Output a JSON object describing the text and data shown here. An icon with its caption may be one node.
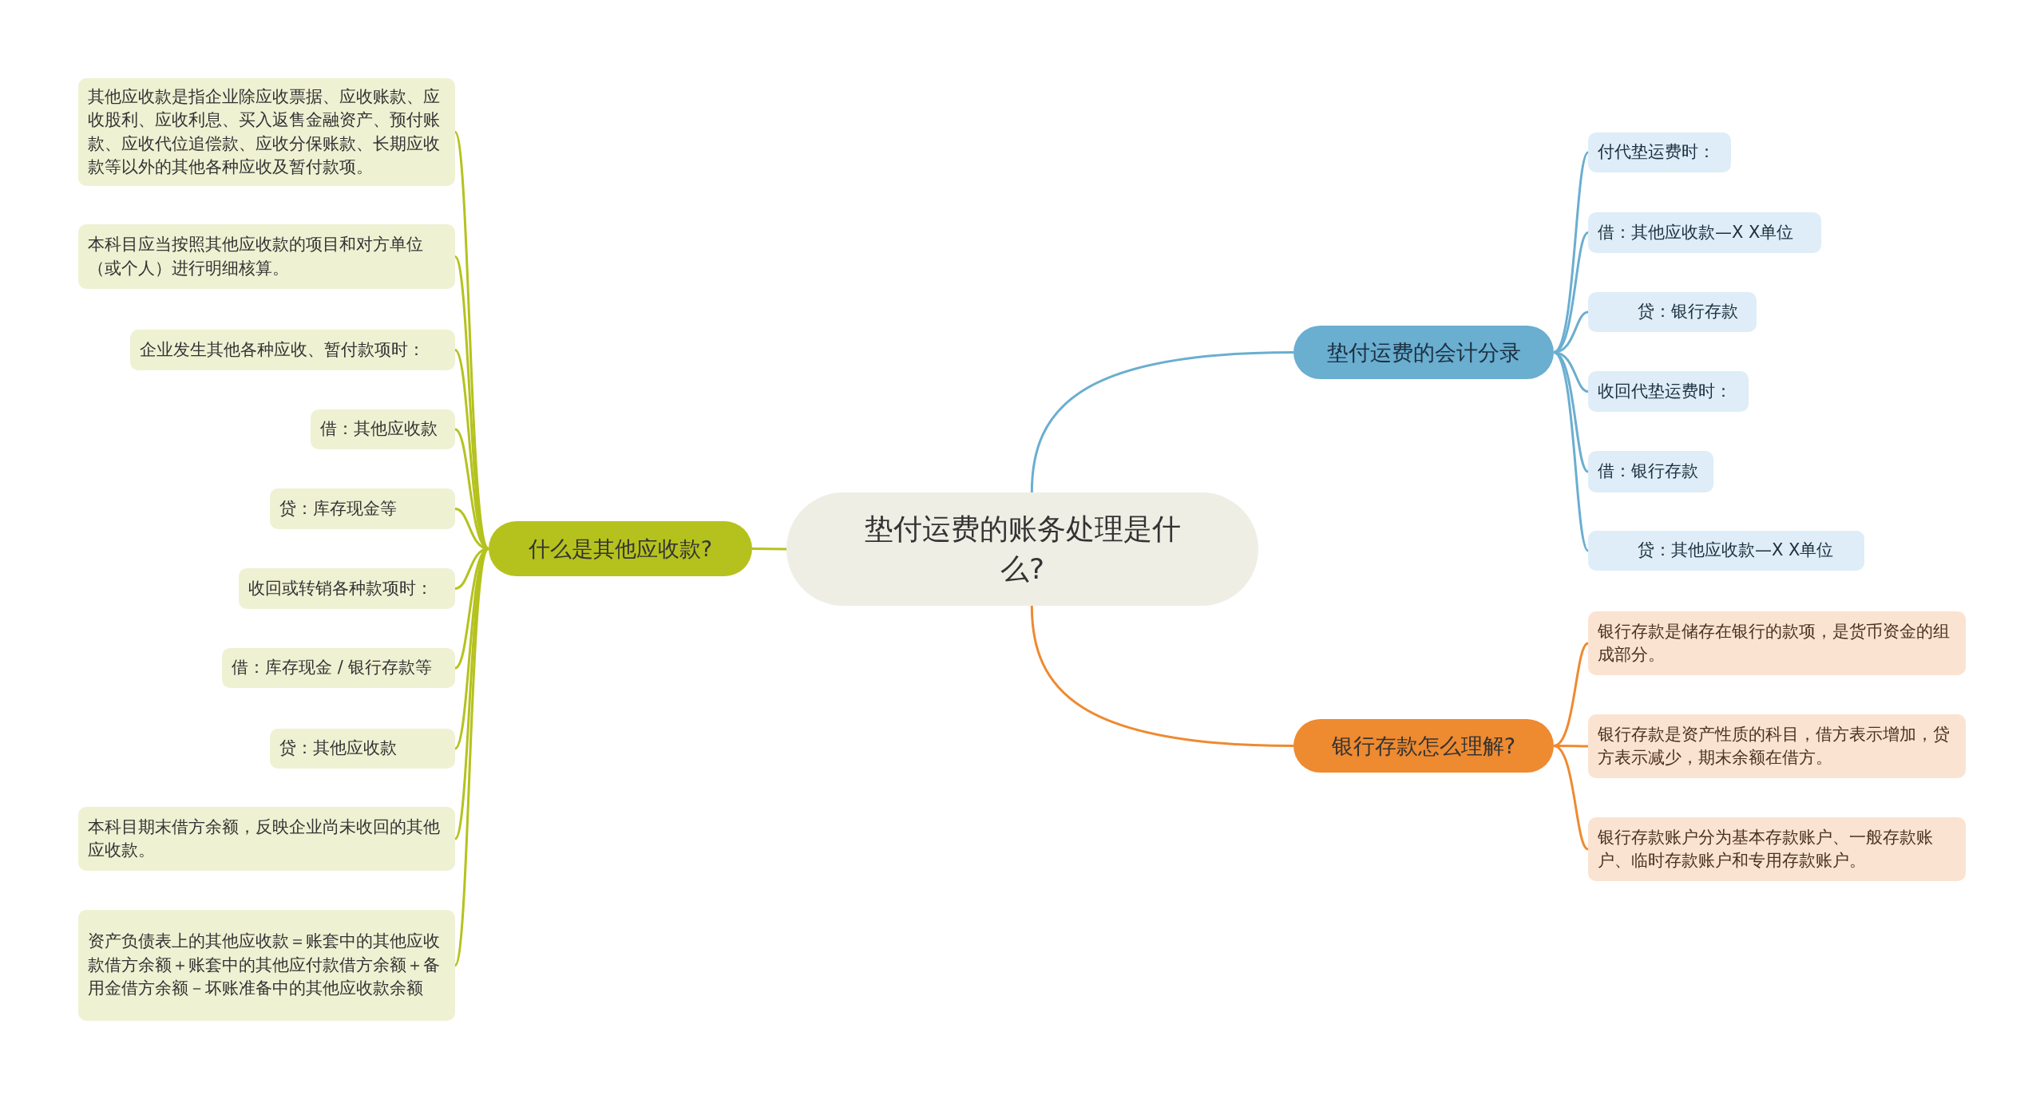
{
  "diagram": {
    "nodes": [
      {
        "text": [
          "垫付运费的账务处理是什么?"
        ]
      },
      {
        "text": [
          "什么是其他应收款?"
        ]
      },
      {
        "text": [
          "其他应收款是指企业除应收票据、应收账款、应收股利、应收利息、买入返售金融资产、预付账款、应收代位追偿款、应收分保账款、长期应收款等以外的其他各种应收及暂付款项。"
        ]
      },
      {
        "text": [
          "本科目应当按照其他应收款的项目和对方单位（或个人）进行明细核算。"
        ]
      },
      {
        "text": [
          "企业发生其他各种应收、暂付款项时："
        ]
      },
      {
        "text": [
          "借：其他应收款"
        ]
      },
      {
        "text": [
          "贷：库存现金等"
        ]
      },
      {
        "text": [
          "收回或转销各种款项时："
        ]
      },
      {
        "text": [
          "借：库存现金 / 银行存款等"
        ]
      },
      {
        "text": [
          "贷：其他应收款"
        ]
      },
      {
        "text": [
          "本科目期末借方余额，反映企业尚未收回的其他应收款。"
        ]
      },
      {
        "text": [
          "资产负债表上的其他应收款＝账套中的其他应收款借方余额＋账套中的其他应付款借方余额＋备用金借方余额－坏账准备中的其他应收款余额"
        ]
      },
      {
        "text": [
          "垫付运费的会计分录"
        ]
      },
      {
        "text": [
          "付代垫运费时："
        ]
      },
      {
        "text": [
          "借：其他应收款—X X单位"
        ]
      },
      {
        "text": [
          "贷：银行存款"
        ]
      },
      {
        "text": [
          "收回代垫运费时："
        ]
      },
      {
        "text": [
          "借：银行存款"
        ]
      },
      {
        "text": [
          "贷：其他应收款—X X单位"
        ]
      },
      {
        "text": [
          "银行存款怎么理解?"
        ]
      },
      {
        "text": [
          "银行存款是储存在银行的款项，是货币资金的组成部分。"
        ]
      },
      {
        "text": [
          "银行存款是资产性质的科目，借方表示增加，贷方表示减少，期末余额在借方。"
        ]
      },
      {
        "text": [
          "银行存款账户分为基本存款账户、一般存款账户、临时存款账户和专用存款账户。"
        ]
      }
    ],
    "edges": [
      {
        "from": 0,
        "to": 1,
        "arrow": "none"
      },
      {
        "from": 1,
        "to": 2,
        "arrow": "none"
      },
      {
        "from": 1,
        "to": 3,
        "arrow": "none"
      },
      {
        "from": 1,
        "to": 4,
        "arrow": "none"
      },
      {
        "from": 1,
        "to": 5,
        "arrow": "none"
      },
      {
        "from": 1,
        "to": 6,
        "arrow": "none"
      },
      {
        "from": 1,
        "to": 7,
        "arrow": "none"
      },
      {
        "from": 1,
        "to": 8,
        "arrow": "none"
      },
      {
        "from": 1,
        "to": 9,
        "arrow": "none"
      },
      {
        "from": 1,
        "to": 10,
        "arrow": "none"
      },
      {
        "from": 1,
        "to": 11,
        "arrow": "none"
      },
      {
        "from": 0,
        "to": 12,
        "arrow": "none",
        "color": "#6aaed0"
      },
      {
        "from": 12,
        "to": 13,
        "arrow": "none",
        "color": "#6aaed0"
      },
      {
        "from": 12,
        "to": 14,
        "arrow": "none",
        "color": "#6aaed0"
      },
      {
        "from": 12,
        "to": 15,
        "arrow": "none",
        "color": "#6aaed0"
      },
      {
        "from": 12,
        "to": 16,
        "arrow": "none",
        "color": "#6aaed0"
      },
      {
        "from": 12,
        "to": 17,
        "arrow": "none",
        "color": "#6aaed0"
      },
      {
        "from": 12,
        "to": 18,
        "arrow": "none",
        "color": "#6aaed0"
      },
      {
        "from": 0,
        "to": 19,
        "arrow": "none",
        "color": "#ee8a30"
      },
      {
        "from": 19,
        "to": 20,
        "arrow": "none",
        "color": "#ee8a30"
      },
      {
        "from": 19,
        "to": 21,
        "arrow": "none",
        "color": "#ee8a30"
      },
      {
        "from": 19,
        "to": 22,
        "arrow": "none",
        "color": "#ee8a30"
      }
    ]
  }
}
